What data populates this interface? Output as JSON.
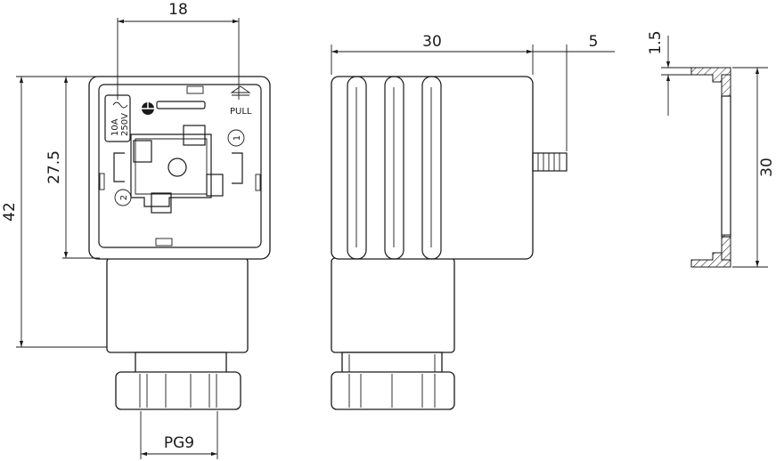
{
  "dimensions": {
    "width_top": "18",
    "height_total": "42",
    "height_inner": "27.5",
    "side_length": "30",
    "screw_length": "5",
    "gasket_thickness": "1.5",
    "gasket_length": "30",
    "thread": "PG9"
  },
  "face_labels": {
    "rating_current": "10A",
    "rating_voltage": "250V",
    "pull": "PULL",
    "pin_1": "1",
    "pin_2": "2"
  },
  "colors": {
    "line": "#1a1a1a",
    "body": "#ffffff"
  }
}
